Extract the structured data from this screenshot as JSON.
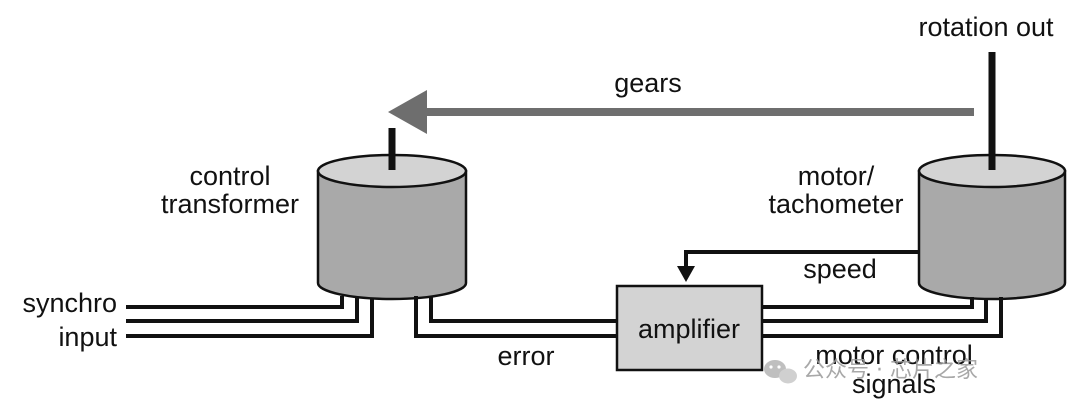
{
  "diagram": {
    "labels": {
      "rotation_out": "rotation out",
      "gears": "gears",
      "control_transformer_line1": "control",
      "control_transformer_line2": "transformer",
      "motor_tachometer_line1": "motor/",
      "motor_tachometer_line2": "tachometer",
      "speed": "speed",
      "synchro_input_line1": "synchro",
      "synchro_input_line2": "input",
      "amplifier": "amplifier",
      "error": "error",
      "motor_control_signals_line1": "motor control",
      "motor_control_signals_line2": "signals"
    },
    "watermark": "公众号 · 芯片之家",
    "colors": {
      "cylinder_side": "#a9a9a9",
      "cylinder_top": "#d3d3d3",
      "amplifier_fill": "#d3d3d3",
      "gears_arrow": "#6e6e6e",
      "stroke": "#111111"
    }
  }
}
